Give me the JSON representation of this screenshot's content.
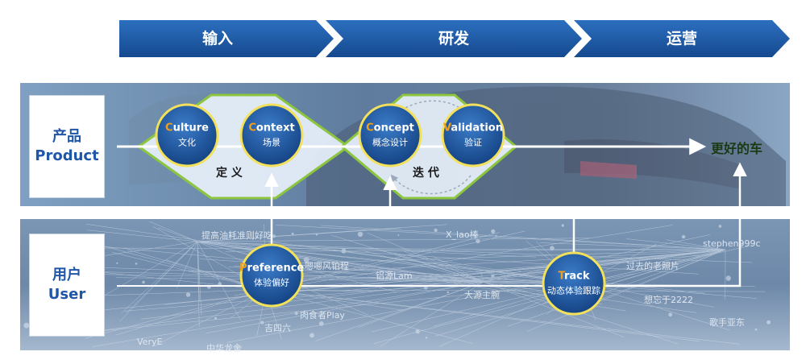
{
  "phases": [
    "输入",
    "研发",
    "运营"
  ],
  "rows": {
    "product": {
      "zh": "产品",
      "en": "Product"
    },
    "user": {
      "zh": "用户",
      "en": "User"
    }
  },
  "nodes": {
    "culture": {
      "initial": "C",
      "rest": "ulture",
      "zh": "文化"
    },
    "context": {
      "initial": "C",
      "rest": "ontext",
      "zh": "场景"
    },
    "concept": {
      "initial": "C",
      "rest": "oncept",
      "zh": "概念设计"
    },
    "validation": {
      "initial": "V",
      "rest": "alidation",
      "zh": "验证"
    },
    "preference": {
      "initial": "P",
      "rest": "reference",
      "zh": "体验偏好"
    },
    "track": {
      "initial": "T",
      "rest": "rack",
      "zh": "动态体验跟踪"
    }
  },
  "labels": {
    "define": "定 义",
    "iterate": "迭 代",
    "better_car": "更好的车"
  },
  "network_labels": [
    "提高油耗准则好吃",
    "X_lao棒",
    "嗯嗯风铂程",
    "铝源Lam",
    "肉食者Play",
    "吉四六",
    "中华龙舍",
    "VeryE",
    "stephen999c",
    "过去的老照片",
    "想忘于2222",
    "歌手亚东",
    "大源主腕"
  ],
  "colors": {
    "phase_arrow": "#1a5aa6",
    "node_fill": "#1d4f9a",
    "node_ring": "#f3e15b",
    "diamond_fill": "#e8f1fb",
    "diamond_stroke": "#8cc63f",
    "accent_initial": "#f0a01c",
    "product_band": "#5f7fa3",
    "user_band": "#6b87a6"
  }
}
